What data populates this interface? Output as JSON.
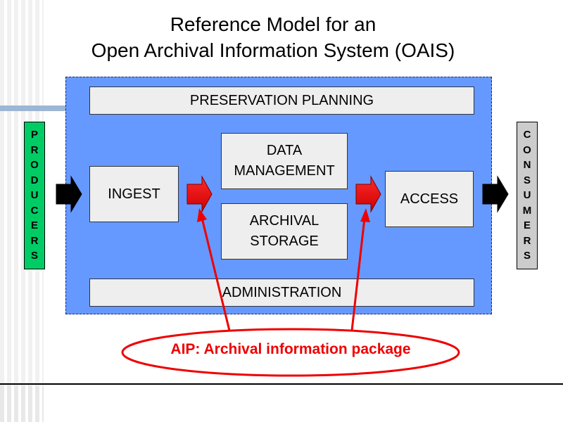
{
  "title": {
    "line1": "Reference Model for an",
    "line2": "Open Archival Information System (OAIS)"
  },
  "boxes": {
    "preservation_planning": "PRESERVATION PLANNING",
    "data_management": [
      "DATA",
      "MANAGEMENT"
    ],
    "ingest": "INGEST",
    "archival_storage": [
      "ARCHIVAL",
      "STORAGE"
    ],
    "access": "ACCESS",
    "administration": "ADMINISTRATION"
  },
  "producers": [
    "P",
    "R",
    "O",
    "D",
    "U",
    "C",
    "E",
    "R",
    "S"
  ],
  "consumers": [
    "C",
    "O",
    "N",
    "S",
    "U",
    "M",
    "E",
    "R",
    "S"
  ],
  "aip_label": "AIP: Archival information package",
  "colors": {
    "oais_fill": "#6699ff",
    "box_fill": "#eeeeee",
    "producers_fill": "#00cc66",
    "consumers_fill": "#cccccc",
    "aip_red": "#ee0000",
    "flow_arrow": "#000000"
  }
}
